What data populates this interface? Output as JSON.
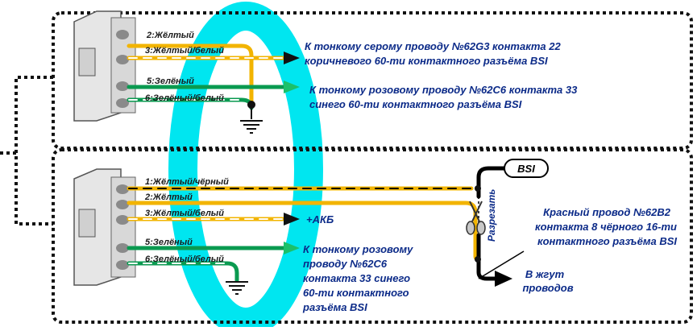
{
  "colors": {
    "background": "#ffffff",
    "frame": "#111111",
    "watermark": "#00e6f0",
    "yellow": "#f2b400",
    "green": "#0a9a50",
    "arrow_green": "#1cc06a",
    "black": "#000000",
    "connector_body": "#e0e0e0",
    "pin": "#909090",
    "label_dark": "#1a1a1a",
    "label_blue": "#0b2a88"
  },
  "top_block": {
    "pins": [
      {
        "label": "2:Жёлтый",
        "wire": "yellow"
      },
      {
        "label": "3:Жёлтый/белый",
        "wire": "yellow-white"
      },
      {
        "label": "5:Зелёный",
        "wire": "green"
      },
      {
        "label": "6:Зелёный/белый",
        "wire": "green-white"
      }
    ],
    "note_gray": [
      "К тонкому серому проводу №62G3 контакта 22",
      "коричневого 60-ти контактного разъёма BSI"
    ],
    "note_pink": [
      "К тонкому розовому проводу №62C6 контакта 33",
      "синего 60-ти контактного разъёма BSI"
    ]
  },
  "bottom_block": {
    "pins": [
      {
        "label": "1:Жёлтый/чёрный",
        "wire": "yellow-black"
      },
      {
        "label": "2:Жёлтый",
        "wire": "yellow"
      },
      {
        "label": "3:Жёлтый/белый",
        "wire": "yellow-white"
      },
      {
        "label": "5:Зелёный",
        "wire": "green"
      },
      {
        "label": "6:Зелёный/белый",
        "wire": "green-white"
      }
    ],
    "akb_label": "+АКБ",
    "note_pink": [
      "К тонкому розовому",
      "проводу №62C6",
      "контакта 33 синего",
      "60-ти контактного",
      "разъёма BSI"
    ],
    "bsi_label": "BSI",
    "cut_label": "Разрезать",
    "red_wire_note": [
      "Красный провод №62B2",
      "контакта 8 чёрного 16-ти",
      "контактного разъёма BSI"
    ],
    "harness_note": [
      "В жгут",
      "проводов"
    ]
  },
  "icons": [
    "scissors-icon",
    "ground-icon",
    "arrow-icon"
  ]
}
